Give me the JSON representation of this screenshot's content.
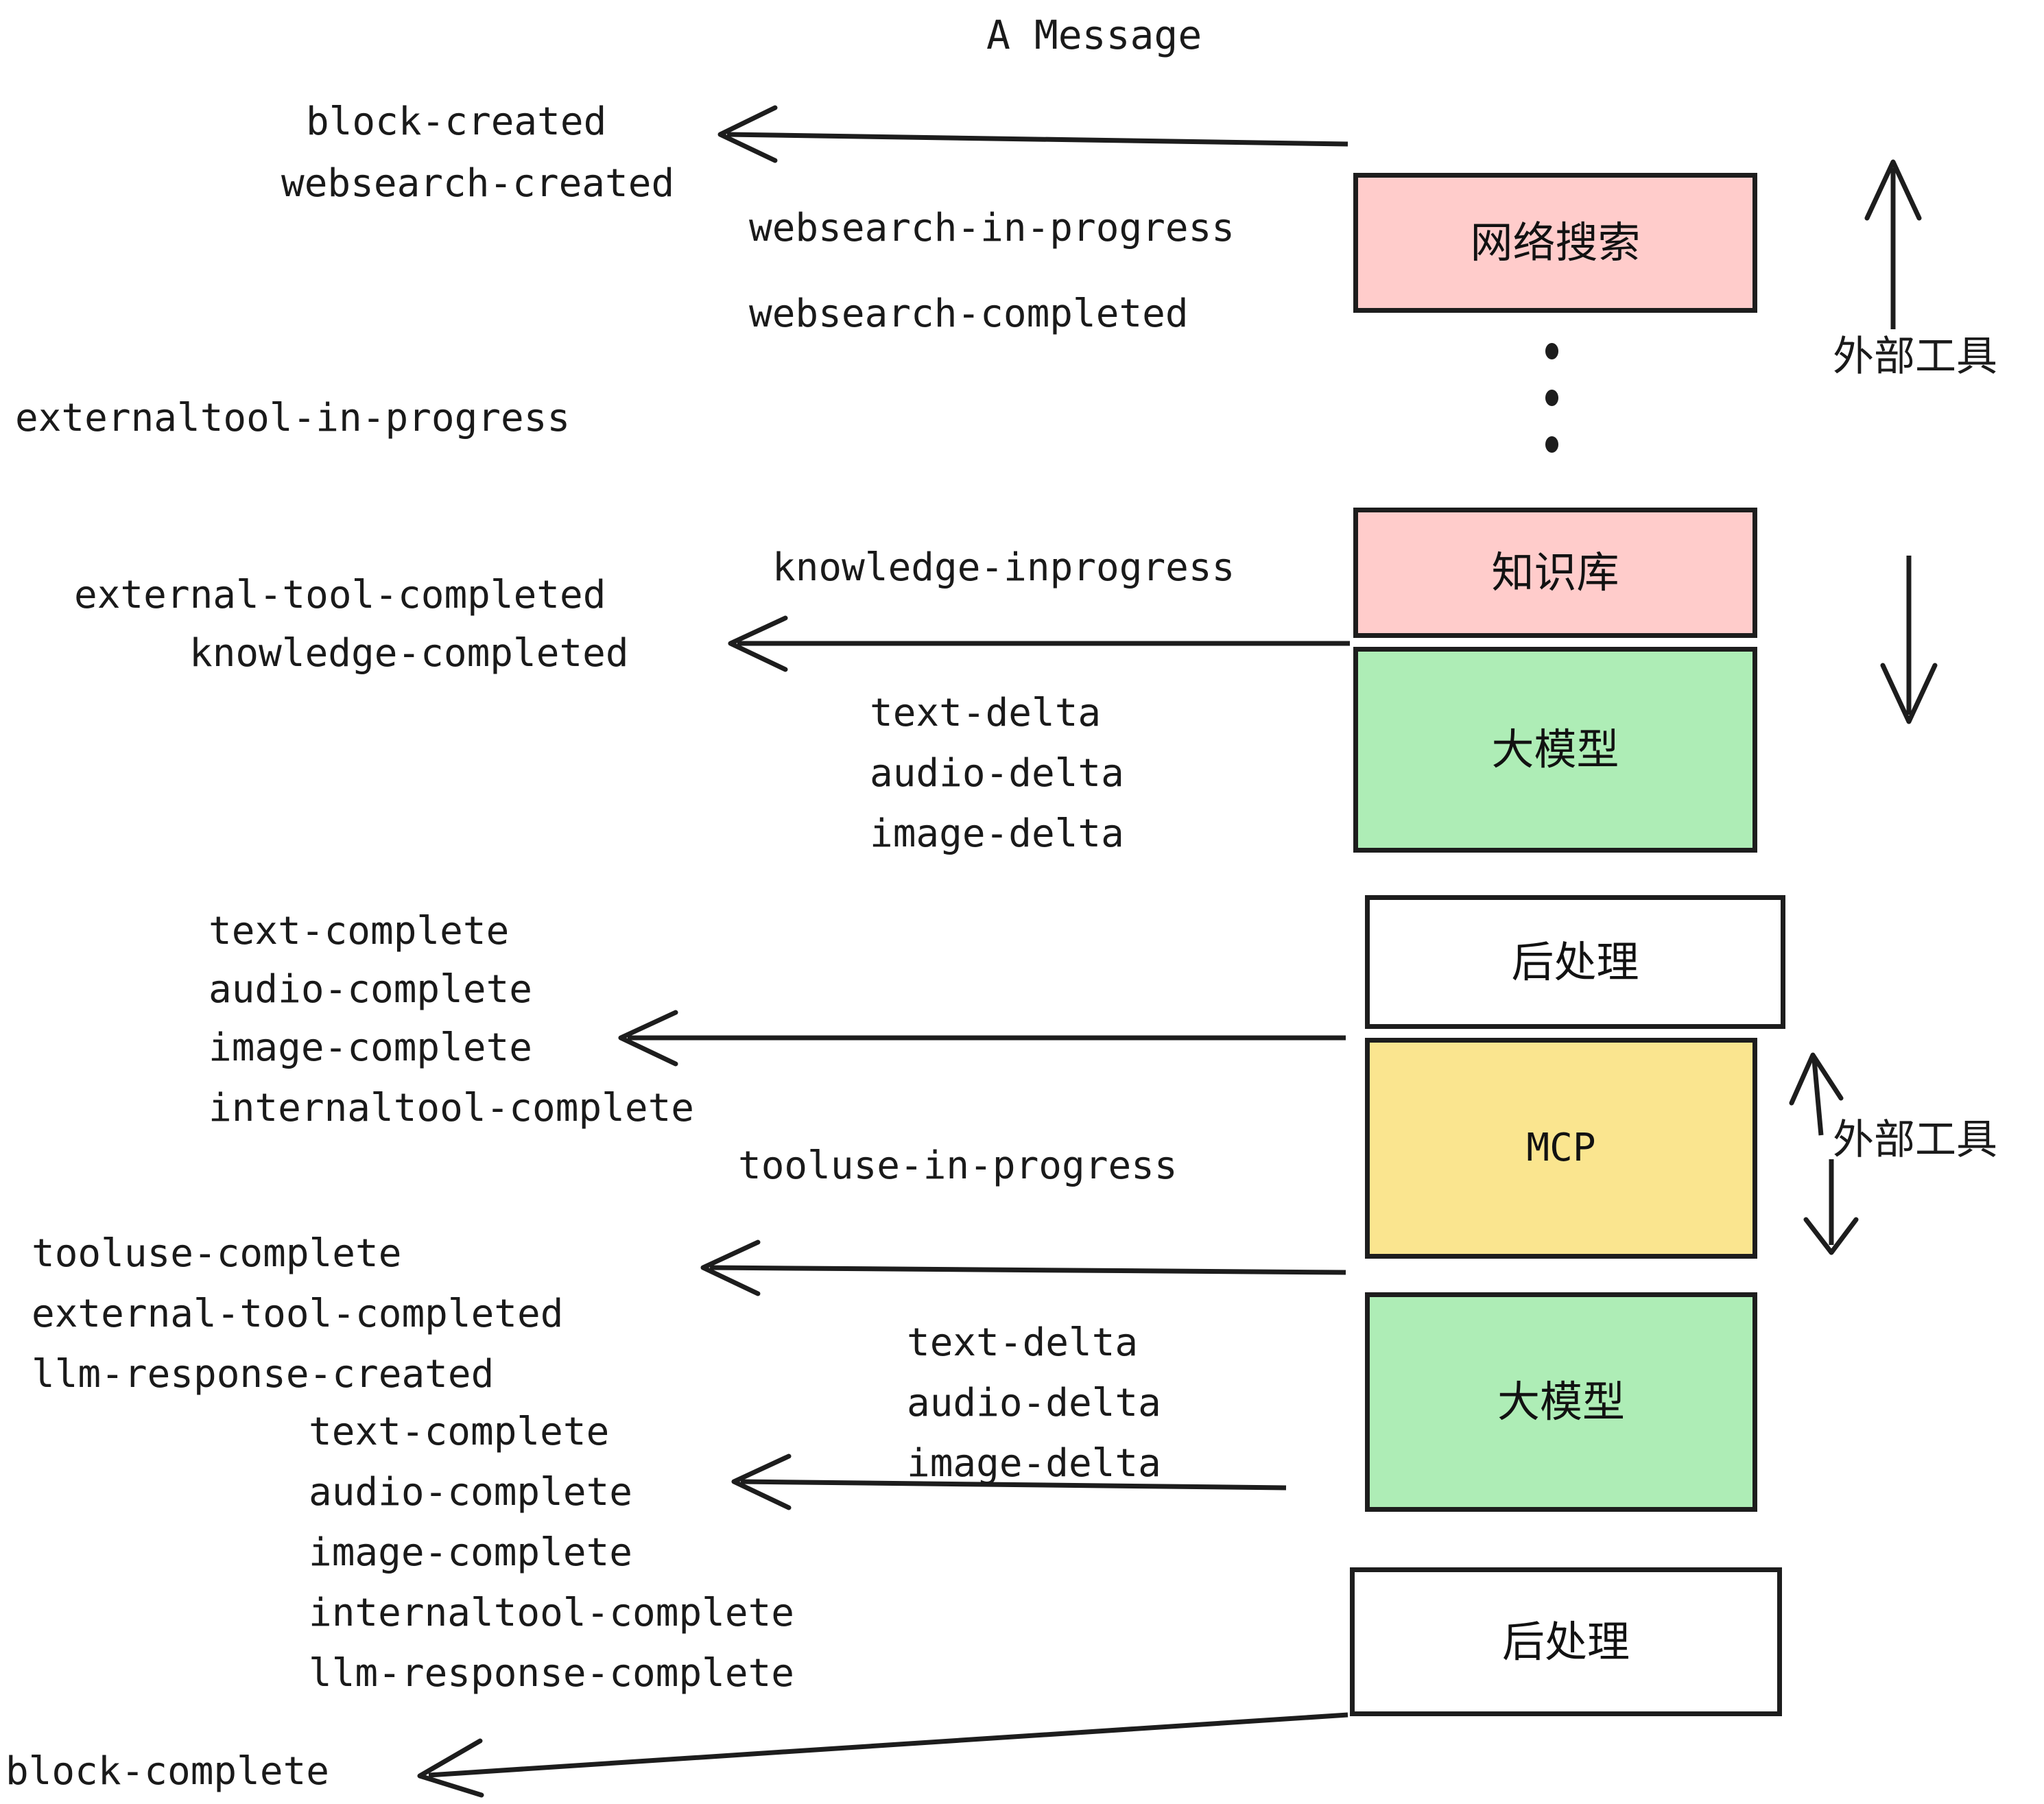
{
  "diagram": {
    "title": "A Message",
    "colors": {
      "pink": "#FFCCCB",
      "green": "#AEEDB6",
      "yellow": "#FAE58F",
      "white": "#FFFFFF",
      "stroke": "#1D1D1D",
      "text": "#1A1A1A"
    },
    "boxes": [
      {
        "id": "websearch",
        "label": "网络搜索",
        "fill": "#FFCCCB"
      },
      {
        "id": "knowledge",
        "label": "知识库",
        "fill": "#FFCCCB"
      },
      {
        "id": "llm-top",
        "label": "大模型",
        "fill": "#AEEDB6"
      },
      {
        "id": "postprocess-top",
        "label": "后处理",
        "fill": "#FFFFFF"
      },
      {
        "id": "mcp",
        "label": "MCP",
        "fill": "#FAE58F"
      },
      {
        "id": "llm-bottom",
        "label": "大模型",
        "fill": "#AEEDB6"
      },
      {
        "id": "postprocess-bottom",
        "label": "后处理",
        "fill": "#FFFFFF"
      }
    ],
    "side_labels": [
      {
        "id": "external-tools-top",
        "label": "外部工具"
      },
      {
        "id": "external-tools-bottom",
        "label": "外部工具"
      }
    ],
    "events": [
      {
        "id": "block-created",
        "label": "block-created"
      },
      {
        "id": "websearch-created",
        "label": "websearch-created"
      },
      {
        "id": "websearch-in-progress",
        "label": "websearch-in-progress"
      },
      {
        "id": "websearch-completed",
        "label": "websearch-completed"
      },
      {
        "id": "externaltool-in-progress",
        "label": "externaltool-in-progress"
      },
      {
        "id": "knowledge-inprogress",
        "label": "knowledge-inprogress"
      },
      {
        "id": "external-tool-completed-1",
        "label": "external-tool-completed"
      },
      {
        "id": "knowledge-completed",
        "label": "knowledge-completed"
      },
      {
        "id": "text-delta-1",
        "label": "text-delta"
      },
      {
        "id": "audio-delta-1",
        "label": "audio-delta"
      },
      {
        "id": "image-delta-1",
        "label": "image-delta"
      },
      {
        "id": "text-complete-1",
        "label": "text-complete"
      },
      {
        "id": "audio-complete-1",
        "label": "audio-complete"
      },
      {
        "id": "image-complete-1",
        "label": "image-complete"
      },
      {
        "id": "internaltool-complete-1",
        "label": "internaltool-complete"
      },
      {
        "id": "tooluse-in-progress",
        "label": "tooluse-in-progress"
      },
      {
        "id": "tooluse-complete",
        "label": "tooluse-complete"
      },
      {
        "id": "external-tool-completed-2",
        "label": "external-tool-completed"
      },
      {
        "id": "llm-response-created",
        "label": "llm-response-created"
      },
      {
        "id": "text-delta-2",
        "label": "text-delta"
      },
      {
        "id": "audio-delta-2",
        "label": "audio-delta"
      },
      {
        "id": "image-delta-2",
        "label": "image-delta"
      },
      {
        "id": "text-complete-2",
        "label": "text-complete"
      },
      {
        "id": "audio-complete-2",
        "label": "audio-complete"
      },
      {
        "id": "image-complete-2",
        "label": "image-complete"
      },
      {
        "id": "internaltool-complete-2",
        "label": "internaltool-complete"
      },
      {
        "id": "llm-response-complete",
        "label": "llm-response-complete"
      },
      {
        "id": "block-complete",
        "label": "block-complete"
      }
    ]
  }
}
